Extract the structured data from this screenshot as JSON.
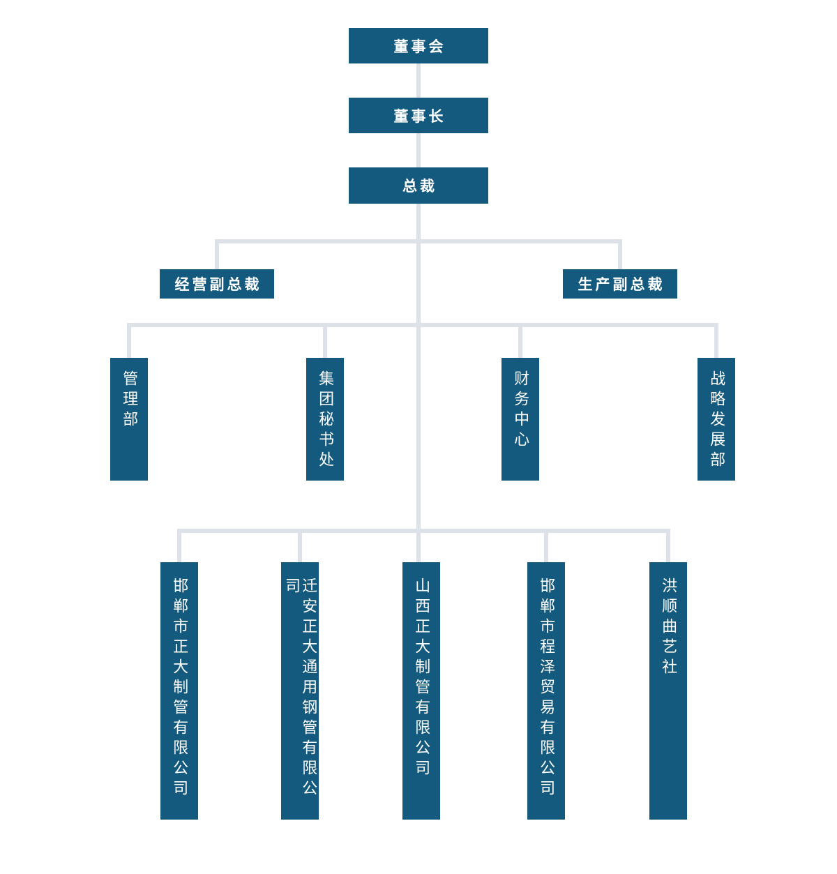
{
  "org": {
    "hierarchy": [
      {
        "id": "board",
        "label": "董事会"
      },
      {
        "id": "chairman",
        "label": "董事长"
      },
      {
        "id": "president",
        "label": "总裁"
      }
    ],
    "vice_presidents": [
      {
        "id": "vp-operations",
        "label": "经营副总裁"
      },
      {
        "id": "vp-production",
        "label": "生产副总裁"
      }
    ],
    "departments": [
      {
        "label": "管理部"
      },
      {
        "label": "集团秘书处"
      },
      {
        "label": "财务中心"
      },
      {
        "label": "战略发展部"
      }
    ],
    "subsidiaries": [
      {
        "label": "邯郸市正大制管有限公司"
      },
      {
        "label": "迁安正大通用钢管有限公司"
      },
      {
        "label": "山西正大制管有限公司"
      },
      {
        "label": "邯郸市程泽贸易有限公司"
      },
      {
        "label": "洪顺曲艺社"
      }
    ],
    "colors": {
      "node_fill": "#14597E",
      "node_text": "#FFFFFF",
      "connector": "#DCE2E7",
      "background": "#FFFFFF"
    }
  }
}
